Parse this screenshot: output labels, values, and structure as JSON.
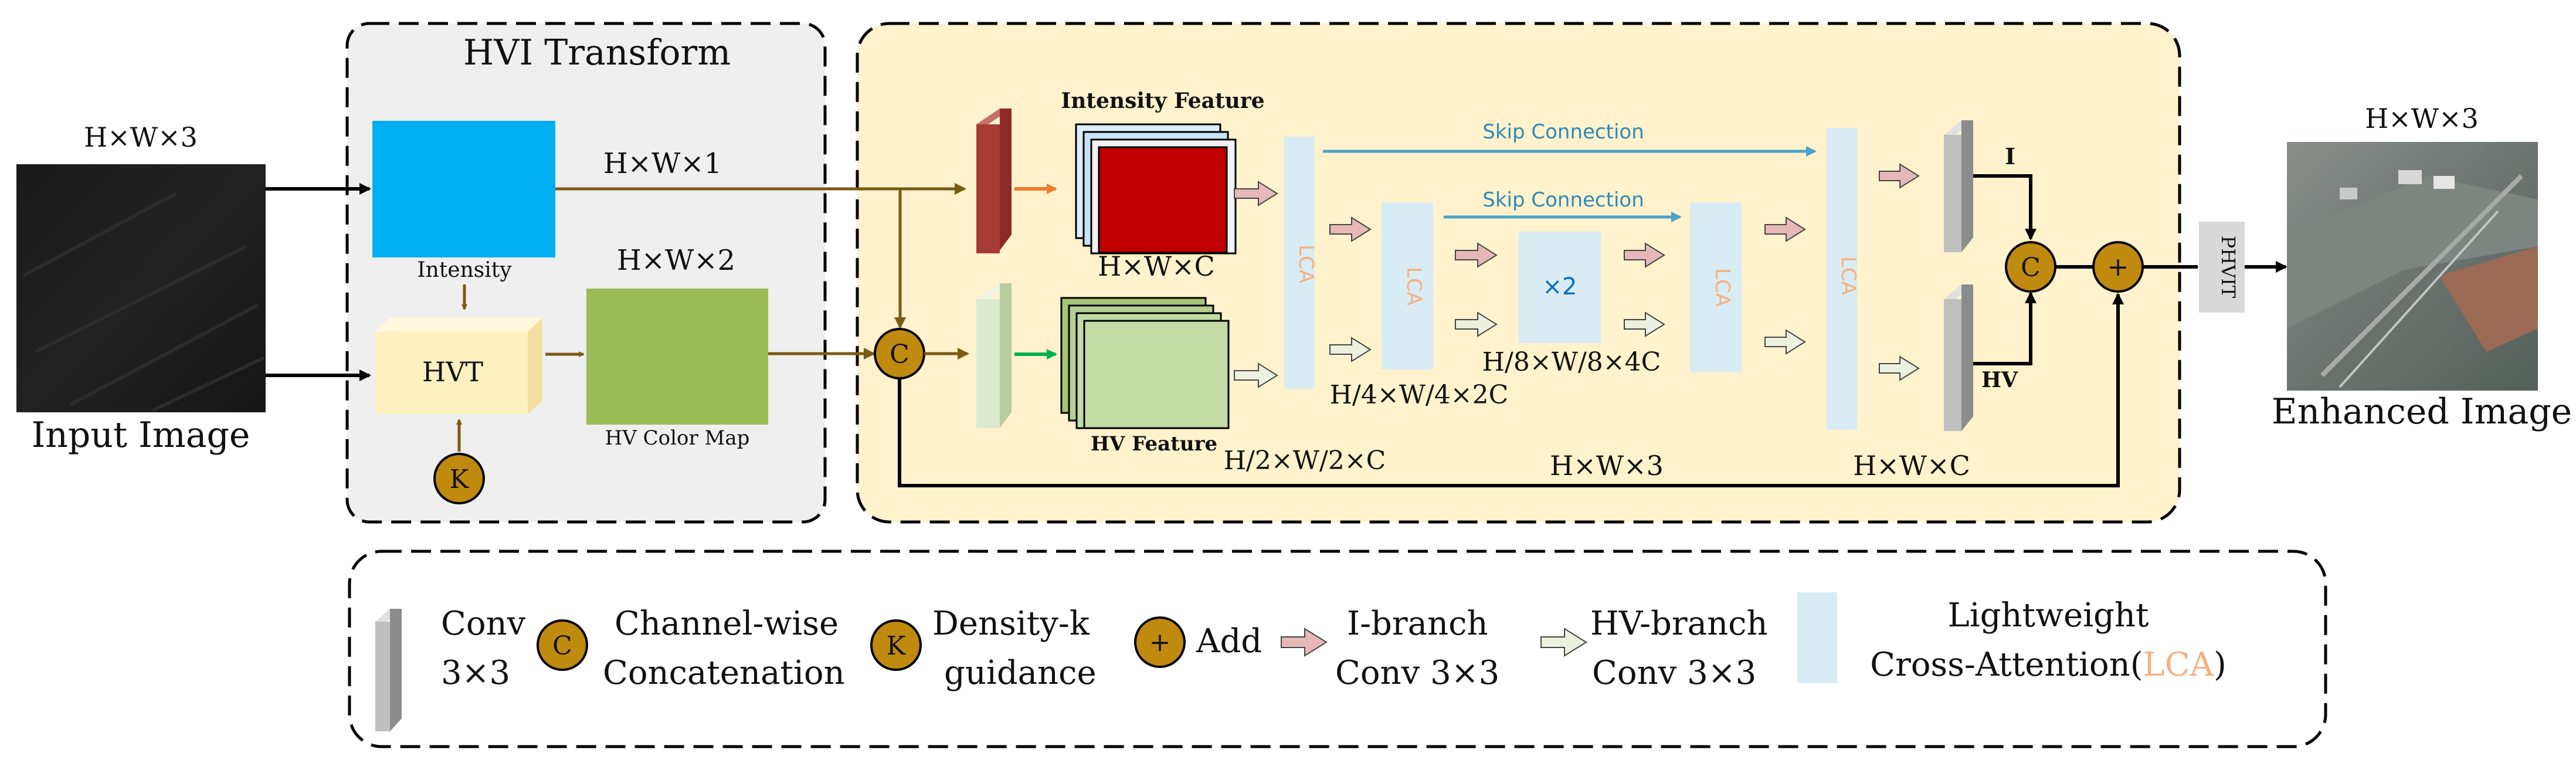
{
  "input": {
    "dim": "H×W×3",
    "label": "Input Image"
  },
  "hvi": {
    "title": "HVI Transform",
    "intensity_dim": "H×W×1",
    "intensity_label": "Intensity",
    "hvt_label": "HVT",
    "k_label": "K",
    "hv_dim": "H×W×2",
    "hv_label": "HV Color Map"
  },
  "net": {
    "c_label": "C",
    "intensity_feature": "Intensity Feature",
    "hv_feature": "HV Feature",
    "dim_hwc_top": "H×W×C",
    "dim_h2": "H/2×W/2×C",
    "dim_h4": "H/4×W/4×2C",
    "dim_h8": "H/8×W/8×4C",
    "dim_hw3": "H×W×3",
    "dim_hwc_bottom": "H×W×C",
    "skip1": "Skip Connection",
    "skip2": "Skip Connection",
    "lca": "LCA",
    "x2": "×2",
    "i_label": "I",
    "hv_label": "HV",
    "plus": "+"
  },
  "output": {
    "dim": "H×W×3",
    "phvit": "PHVIT",
    "label": "Enhanced Image"
  },
  "legend": {
    "conv_l1": "Conv",
    "conv_l2": "3×3",
    "c_symbol": "C",
    "concat_l1": "Channel-wise",
    "concat_l2": "Concatenation",
    "k_symbol": "K",
    "density_l1": "Density-k",
    "density_l2": "guidance",
    "plus_symbol": "+",
    "add": "Add",
    "ib_l1": "I-branch",
    "ib_l2": "Conv 3×3",
    "hvb_l1": "HV-branch",
    "hvb_l2": "Conv 3×3",
    "lca_l1": "Lightweight",
    "lca_l2a": "Cross-Attention(",
    "lca_l2b": "LCA",
    "lca_l2c": ")"
  },
  "colors": {
    "arrow_brown": "#7a5a14",
    "circle_fill": "#c08a0e",
    "intensity_blue": "#00b0f0",
    "hv_green": "#9bbb59",
    "hvt_cream": "#fff0c0",
    "panel_yellow": "#fff2cc",
    "panel_gray": "#efefef",
    "lca_blue": "#d9ecf4",
    "skip_blue": "#4aa3cc",
    "lca_text": "#f4b183",
    "red_feature": "#c00000",
    "green_feature": "#c5dba5"
  }
}
